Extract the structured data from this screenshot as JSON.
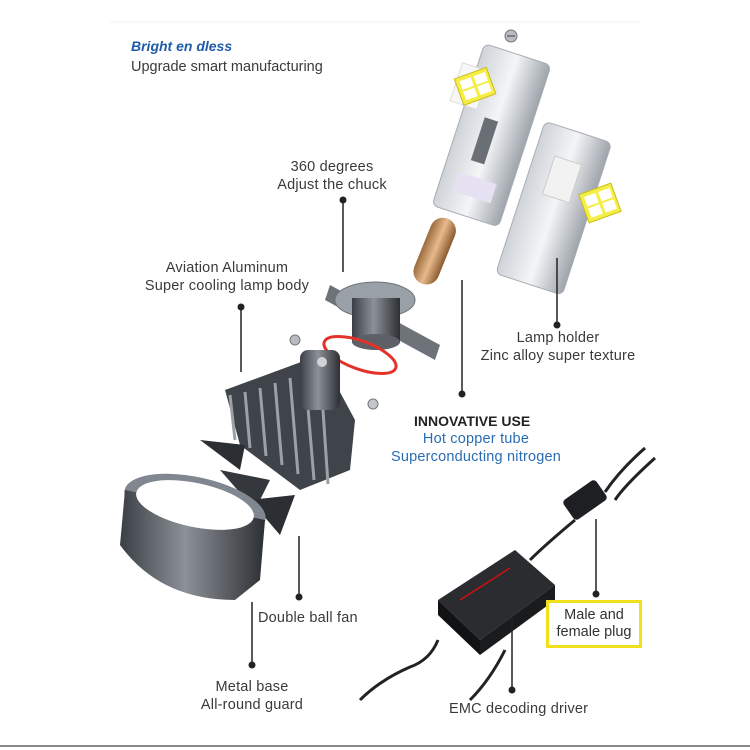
{
  "header": {
    "brand": "Bright en dless",
    "tagline": "Upgrade smart manufacturing"
  },
  "callouts": {
    "chuck": [
      "360 degrees",
      "Adjust the chuck"
    ],
    "aluminum": [
      "Aviation Aluminum",
      "Super cooling lamp body"
    ],
    "lamp_holder": [
      "Lamp holder",
      "Zinc alloy super texture"
    ],
    "innovative": {
      "title": "INNOVATIVE USE",
      "lines": [
        "Hot copper tube",
        "Superconducting nitrogen"
      ]
    },
    "fan": "Double ball fan",
    "base": [
      "Metal base",
      "All-round guard"
    ],
    "plug": [
      "Male and",
      "female plug"
    ],
    "driver": "EMC decoding driver"
  },
  "colors": {
    "brand_blue": "#1f5ca8",
    "highlight_blue": "#2a6cb3",
    "plug_border": "#f2e01a"
  }
}
